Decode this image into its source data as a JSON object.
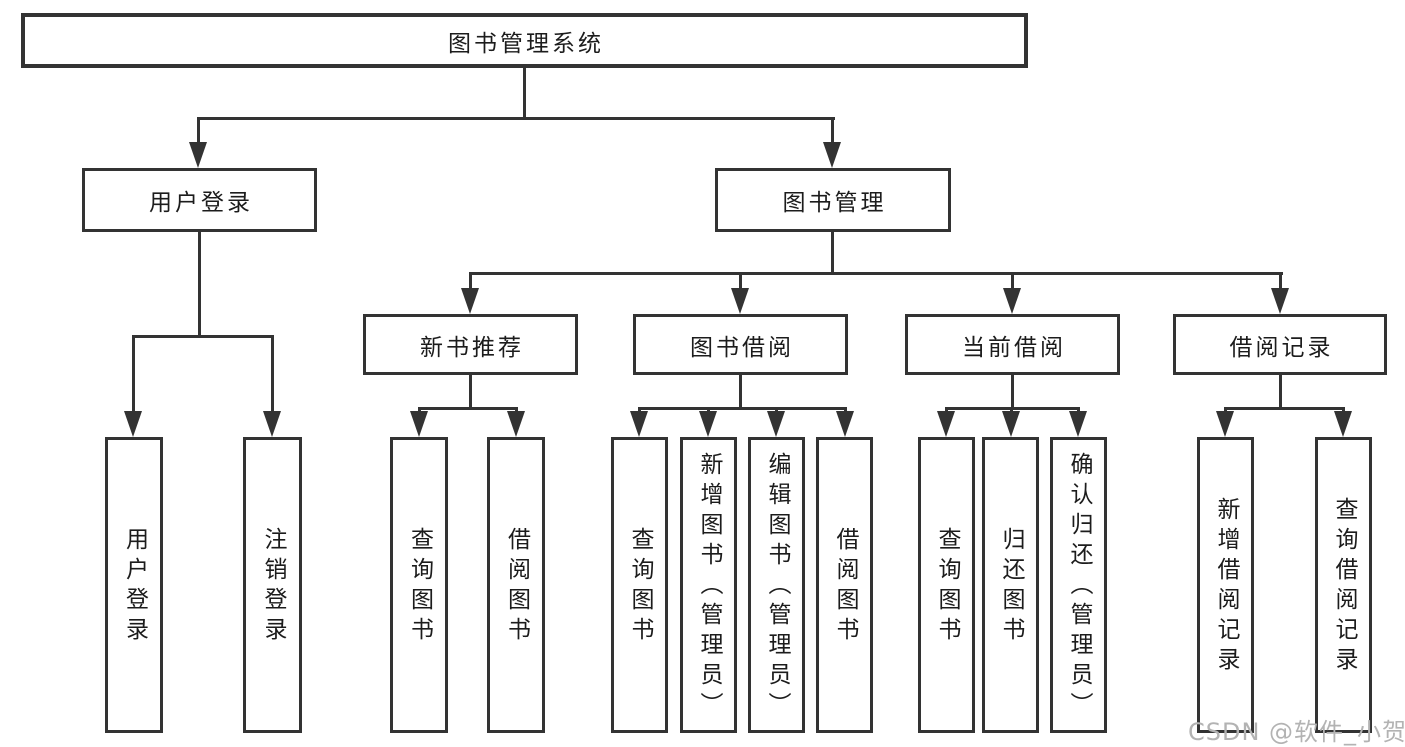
{
  "colors": {
    "line": "#333333",
    "text": "#1c1c1c",
    "background": "#ffffff",
    "watermark_color": "#b3b3b3"
  },
  "watermark": {
    "text": "CSDN @软件_小贺同学"
  },
  "diagram": {
    "root": {
      "label": "图书管理系统"
    },
    "branches": [
      {
        "label": "用户登录",
        "children": [
          {
            "label": "用户登录"
          },
          {
            "label": "注销登录"
          }
        ]
      },
      {
        "label": "图书管理",
        "children": [
          {
            "label": "新书推荐",
            "children": [
              {
                "label": "查询图书"
              },
              {
                "label": "借阅图书"
              }
            ]
          },
          {
            "label": "图书借阅",
            "children": [
              {
                "label": "查询图书"
              },
              {
                "label": "新增图书（管理员）"
              },
              {
                "label": "编辑图书（管理员）"
              },
              {
                "label": "借阅图书"
              }
            ]
          },
          {
            "label": "当前借阅",
            "children": [
              {
                "label": "查询图书"
              },
              {
                "label": "归还图书"
              },
              {
                "label": "确认归还（管理员）"
              }
            ]
          },
          {
            "label": "借阅记录",
            "children": [
              {
                "label": "新增借阅记录"
              },
              {
                "label": "查询借阅记录"
              }
            ]
          }
        ]
      }
    ]
  }
}
